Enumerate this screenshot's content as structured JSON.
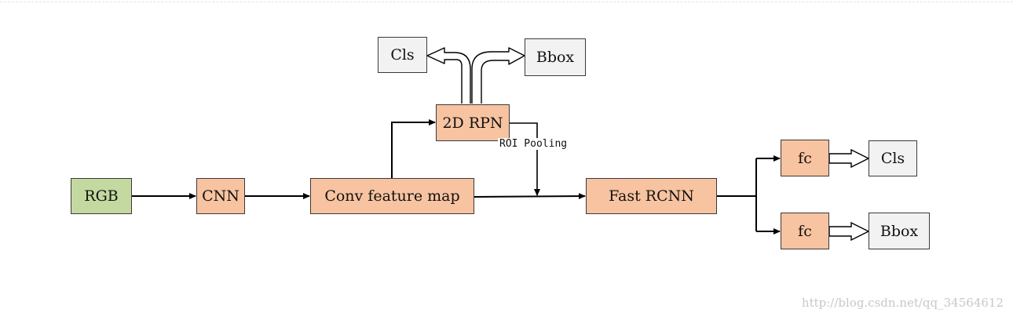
{
  "nodes": {
    "rgb": "RGB",
    "cnn": "CNN",
    "conv_feature_map": "Conv feature map",
    "rpn": "2D RPN",
    "rpn_cls": "Cls",
    "rpn_bbox": "Bbox",
    "fast_rcnn": "Fast RCNN",
    "fc_top": "fc",
    "fc_bottom": "fc",
    "out_cls": "Cls",
    "out_bbox": "Bbox"
  },
  "edge_labels": {
    "roi_pooling": "ROI Pooling"
  },
  "watermark": "http://blog.csdn.net/qq_34564612",
  "colors": {
    "input": "#c4d9a0",
    "process": "#f8c3a0",
    "output": "#f2f2f2",
    "line": "#000000"
  }
}
